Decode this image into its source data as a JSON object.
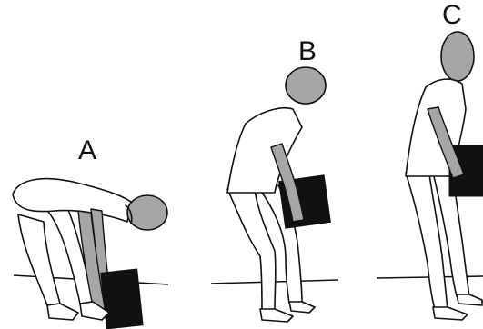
{
  "panels": [
    {
      "id": "A",
      "label": "A"
    },
    {
      "id": "B",
      "label": "B"
    },
    {
      "id": "C",
      "label": "C"
    }
  ],
  "colors": {
    "skin": "#a6a6a6",
    "box": "#111111",
    "clothing": "#ffffff",
    "outline": "#111111"
  }
}
